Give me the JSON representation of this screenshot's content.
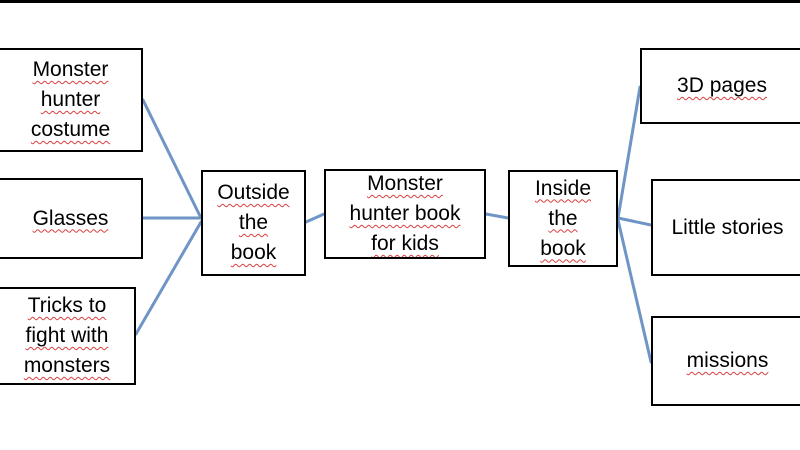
{
  "diagram": {
    "center": {
      "label": "Monster\nhunter book\nfor kids"
    },
    "outside": {
      "label": "Outside\nthe\nbook"
    },
    "inside": {
      "label": "Inside\nthe\nbook"
    },
    "outside_items": [
      {
        "label": "Monster\nhunter\ncostume"
      },
      {
        "label": "Glasses"
      },
      {
        "label": "Tricks to\nfight with\nmonsters"
      }
    ],
    "inside_items": [
      {
        "label": "3D pages"
      },
      {
        "label": "Little stories"
      },
      {
        "label": "missions"
      }
    ],
    "connector_color": "#6f95c6",
    "spellcheck_underline_color": "#d94040"
  }
}
